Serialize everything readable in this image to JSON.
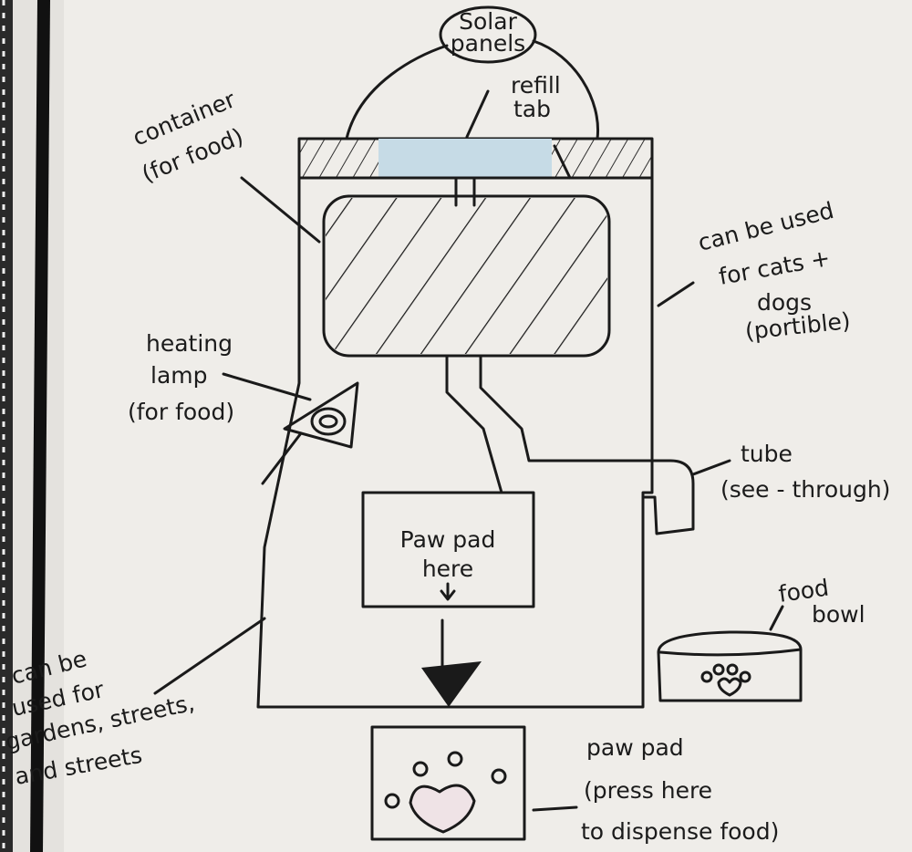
{
  "title": "Solar-powered pet food dispenser sketch",
  "labels": {
    "solar_1": "Solar",
    "solar_2": "panels",
    "refill_1": "refill",
    "refill_2": "tab",
    "container_1": "container",
    "container_2": "(for food)",
    "cats_1": "can be used",
    "cats_2": "for cats +",
    "cats_3": "dogs",
    "cats_4": "(portible)",
    "lamp_1": "heating",
    "lamp_2": "lamp",
    "lamp_3": "(for food)",
    "tube_1": "tube",
    "tube_2": "(see - through)",
    "pawhere_1": "Paw pad",
    "pawhere_2": "here",
    "bowl_1": "food",
    "bowl_2": "bowl",
    "gardens_1": "can  be",
    "gardens_2": "used for",
    "gardens_3": "gardens, streets,",
    "gardens_4": "and  streets",
    "paw_1": "paw pad",
    "paw_2": "(press here",
    "paw_3": "to dispense food)"
  },
  "colors": {
    "paper": "#efede9",
    "blue": "#c6dbe6",
    "pink": "#efe3e6",
    "ink": "#1a1a1a"
  }
}
